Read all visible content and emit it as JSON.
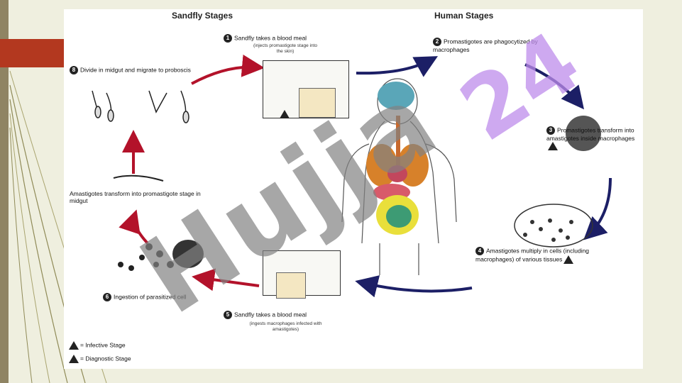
{
  "headers": {
    "sandfly": "Sandfly Stages",
    "human": "Human Stages"
  },
  "steps": {
    "s1": {
      "num": "1",
      "text": "Sandfly takes a blood meal",
      "sub": "(injects promastigote stage into the skin)"
    },
    "s2": {
      "num": "2",
      "text": "Promastigotes are phagocytized by macrophages"
    },
    "s3": {
      "num": "3",
      "text": "Promastigotes transform into amastigotes inside macrophages"
    },
    "s4": {
      "num": "4",
      "text": "Amastigotes multiply in cells (including macrophages) of various tissues"
    },
    "s5": {
      "num": "5",
      "text": "Sandfly takes a blood meal",
      "sub": "(ingests macrophages infected with amastigotes)"
    },
    "s6": {
      "num": "6",
      "text": "Ingestion of parasitized cell"
    },
    "s7": {
      "text": "Amastigotes transform into promastigote stage in midgut"
    },
    "s8": {
      "num": "8",
      "text": "Divide in midgut and migrate to proboscis"
    }
  },
  "legend": {
    "infective": "= Infective Stage",
    "diagnostic": "= Diagnostic Stage"
  },
  "watermarks": {
    "main": "Hujja",
    "corner": "24"
  },
  "colors": {
    "sandfly_arrows": "#b3122a",
    "human_arrows": "#1c1f66",
    "accent": "#b3381f",
    "sidebar": "#8f8463"
  }
}
